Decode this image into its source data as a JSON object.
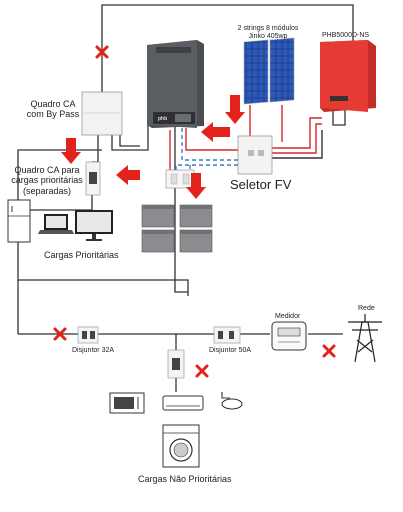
{
  "labels": {
    "quadro_ca_bypass": "Quadro CA\ncom By Pass",
    "strings": "2 strings 8 módulos\nJinko 405wp",
    "inverter_model": "PHB5000D-NS",
    "quadro_prioritarias": "Quadro CA para\ncargas prioritárias\n(separadas)",
    "seletor": "Seletor FV",
    "cargas_prioritarias": "Cargas Prioritárias",
    "disjuntor_32": "Disjuntor 32A",
    "disjuntor_50": "Disjuntor 50A",
    "medidor": "Medidor",
    "rede": "Rede",
    "cargas_nao_prioritarias": "Cargas Não Prioritárias",
    "hybrid_brand": "phb"
  },
  "colors": {
    "arrow": "#e3231b",
    "wire": "#333333",
    "dc_red": "#d9262b",
    "dc_blue": "#3a7fc4",
    "inverter_red": "#e63a35",
    "cross": "#e3231b"
  },
  "icons": [
    "refrigerator-icon",
    "laptop-icon",
    "monitor-icon",
    "microwave-icon",
    "air-conditioner-icon",
    "shower-icon",
    "washing-machine-icon",
    "transmission-tower-icon",
    "energy-meter-icon",
    "battery-icon",
    "solar-panel-icon"
  ]
}
